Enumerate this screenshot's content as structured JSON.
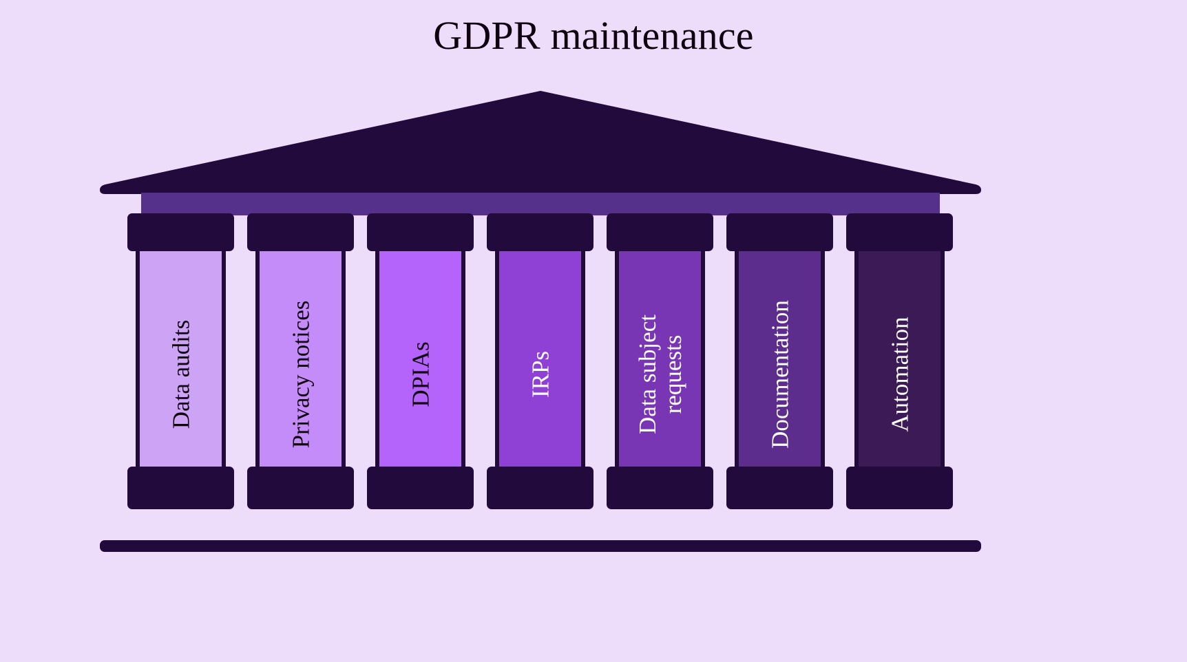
{
  "page": {
    "title": "GDPR maintenance",
    "background_color": "#EDDDFA",
    "title_color": "#10000F"
  },
  "diagram": {
    "type": "temple-pillars",
    "structure_name": "greek-temple",
    "pediment_color": "#230A3C",
    "architrave_color": "#56318C",
    "capital_color": "#230A3C",
    "base_color": "#230A3C",
    "stylobate_color": "#230A3C",
    "column_border_color": "#230A3C",
    "pillar_count": 7,
    "pillars": [
      {
        "label": "Data audits",
        "fill": "#CDA4F5",
        "text_color": "#10000F",
        "lines": [
          "Data audits"
        ]
      },
      {
        "label": "Privacy notices",
        "fill": "#C48CF8",
        "text_color": "#10000F",
        "lines": [
          "Privacy notices"
        ]
      },
      {
        "label": "DPIAs",
        "fill": "#B464FB",
        "text_color": "#10000F",
        "lines": [
          "DPIAs"
        ]
      },
      {
        "label": "IRPs",
        "fill": "#8F41D6",
        "text_color": "#FFFFFF",
        "lines": [
          "IRPs"
        ]
      },
      {
        "label": "Data subject requests",
        "fill": "#7936B4",
        "text_color": "#FFFFFF",
        "lines": [
          "Data subject",
          "requests"
        ]
      },
      {
        "label": "Documentation",
        "fill": "#5C2D8C",
        "text_color": "#FFFFFF",
        "lines": [
          "Documentation"
        ]
      },
      {
        "label": "Automation",
        "fill": "#3B1A56",
        "text_color": "#FFFFFF",
        "lines": [
          "Automation"
        ]
      }
    ]
  }
}
